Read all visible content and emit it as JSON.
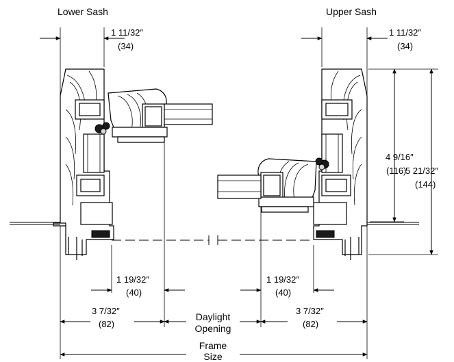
{
  "titles": {
    "lower": "Lower Sash",
    "upper": "Upper Sash"
  },
  "dimensions": {
    "top_left": {
      "frac": "1 11/32″",
      "mm": "(34)"
    },
    "top_right": {
      "frac": "1 11/32″",
      "mm": "(34)"
    },
    "right_inner": {
      "frac": "4 9/16″",
      "mm": "(116)"
    },
    "right_outer": {
      "frac": "5 21/32″",
      "mm": "(144)"
    },
    "bottom_left_small": {
      "frac": "1 19/32″",
      "mm": "(40)"
    },
    "bottom_right_small": {
      "frac": "1 19/32″",
      "mm": "(40)"
    },
    "bottom_left_large": {
      "frac": "3 7/32″",
      "mm": "(82)"
    },
    "bottom_right_large": {
      "frac": "3 7/32″",
      "mm": "(82)"
    },
    "daylight": {
      "line1": "Daylight",
      "line2": "Opening"
    },
    "frame": {
      "line1": "Frame",
      "line2": "Size"
    }
  }
}
